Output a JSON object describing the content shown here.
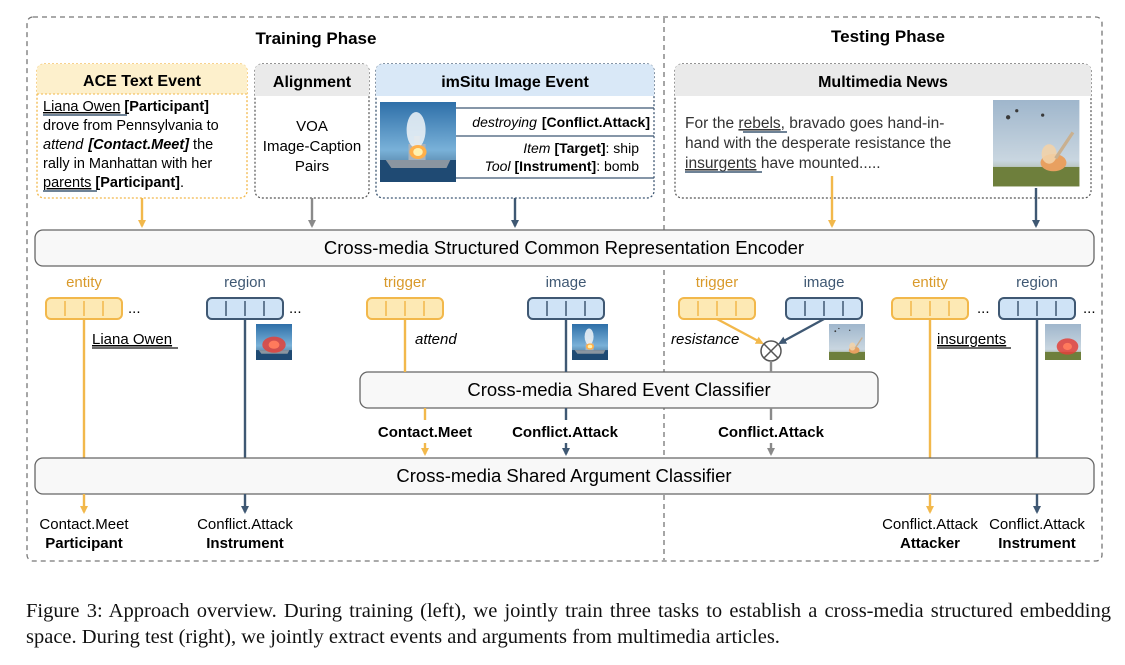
{
  "phases": {
    "training_title": "Training Phase",
    "testing_title": "Testing Phase"
  },
  "ace": {
    "title": "ACE Text Event",
    "lines": [
      {
        "prefix": "",
        "arg": "Liana Owen",
        "tag": " [Participant]",
        "rest": ""
      },
      {
        "text": "drove from Pennsylvania to"
      },
      {
        "trigger": "attend",
        "tag": "[Contact.Meet]",
        "rest": " the"
      },
      {
        "text": "rally in Manhattan with her"
      },
      {
        "arg": "parents",
        "tag": " [Participant]",
        "rest": "."
      }
    ]
  },
  "alignment": {
    "title": "Alignment",
    "lines": [
      "VOA",
      "Image-Caption",
      "Pairs"
    ]
  },
  "imsitu": {
    "title": "imSitu Image Event",
    "verb": "destroying",
    "verb_tag": "[Conflict.Attack]",
    "role1_name": "Item",
    "role1_tag": "[Target]",
    "role1_value": ": ship",
    "role2_name": "Tool",
    "role2_tag": "[Instrument]",
    "role2_value": ": bomb"
  },
  "news": {
    "title": "Multimedia News",
    "line1_pre": "For the ",
    "line1_arg": "rebels",
    "line1_post": ", bravado goes hand-in-",
    "line2": "hand with the desperate resistance the",
    "line3_arg": "insurgents",
    "line3_post": " have mounted....."
  },
  "encoder_label": "Cross-media Structured Common Representation Encoder",
  "event_classifier_label": "Cross-media Shared Event Classifier",
  "argument_classifier_label": "Cross-media Shared Argument Classifier",
  "features": {
    "entity": "entity",
    "region": "region",
    "trigger": "trigger",
    "image": "image",
    "ellipsis": "..."
  },
  "examples": {
    "liana": "Liana Owen",
    "attend": "attend",
    "resistance": "resistance",
    "insurgents": "insurgents"
  },
  "event_outputs": {
    "contact_meet": "Contact.Meet",
    "conflict_attack_train": "Conflict.Attack",
    "conflict_attack_test": "Conflict.Attack"
  },
  "argument_outputs": [
    {
      "event": "Contact.Meet",
      "role": "Participant"
    },
    {
      "event": "Conflict.Attack",
      "role": "Instrument"
    },
    {
      "event": "Conflict.Attack",
      "role": "Attacker"
    },
    {
      "event": "Conflict.Attack",
      "role": "Instrument"
    }
  ],
  "caption": "Figure 3: Approach overview. During training (left), we jointly train three tasks to establish a cross-media structured embedding space. During test (right), we jointly extract events and arguments from multimedia articles.",
  "colors": {
    "orange": "#F2B84B",
    "orange_fill": "#FDE9B4",
    "navy": "#3F5873",
    "blue_fill": "#CFE3F6",
    "gray": "#8A8A8A",
    "ace_title_fill": "#FDF0CC",
    "imsitu_title_fill": "#D9E8F7"
  }
}
